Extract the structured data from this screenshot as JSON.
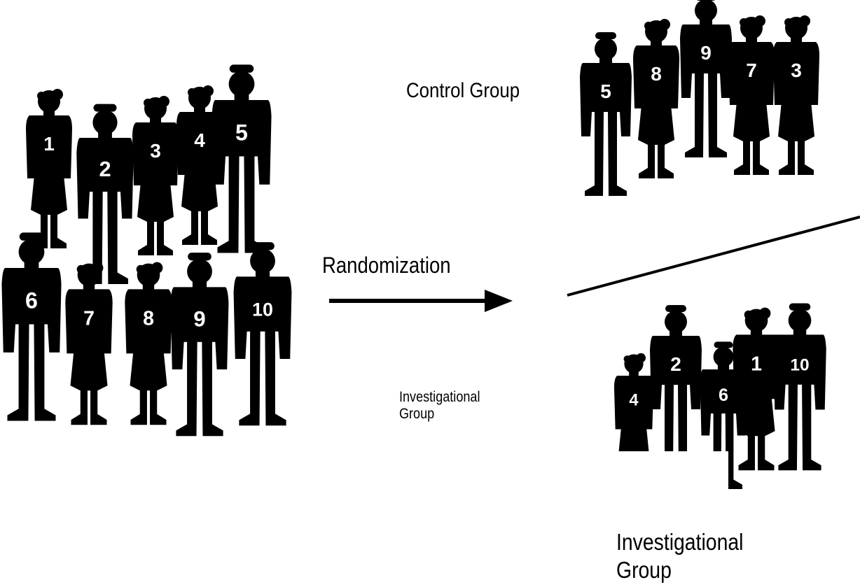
{
  "labels": {
    "control_group": "Control Group",
    "randomization": "Randomization",
    "investigational_small": [
      "Investigational",
      "Group"
    ],
    "investigational_large": [
      "Investigational",
      "Group"
    ]
  },
  "population": [
    {
      "number": "1",
      "type": "girl"
    },
    {
      "number": "2",
      "type": "man"
    },
    {
      "number": "3",
      "type": "girl"
    },
    {
      "number": "4",
      "type": "girl"
    },
    {
      "number": "5",
      "type": "man"
    },
    {
      "number": "6",
      "type": "man"
    },
    {
      "number": "7",
      "type": "girl"
    },
    {
      "number": "8",
      "type": "girl"
    },
    {
      "number": "9",
      "type": "man"
    },
    {
      "number": "10",
      "type": "man"
    }
  ],
  "control_group": [
    "5",
    "8",
    "9",
    "7",
    "3"
  ],
  "investigational_group": [
    "4",
    "2",
    "6",
    "1",
    "10"
  ],
  "colors": {
    "silhouette": "#000000",
    "number": "#ffffff",
    "background": "#ffffff"
  }
}
